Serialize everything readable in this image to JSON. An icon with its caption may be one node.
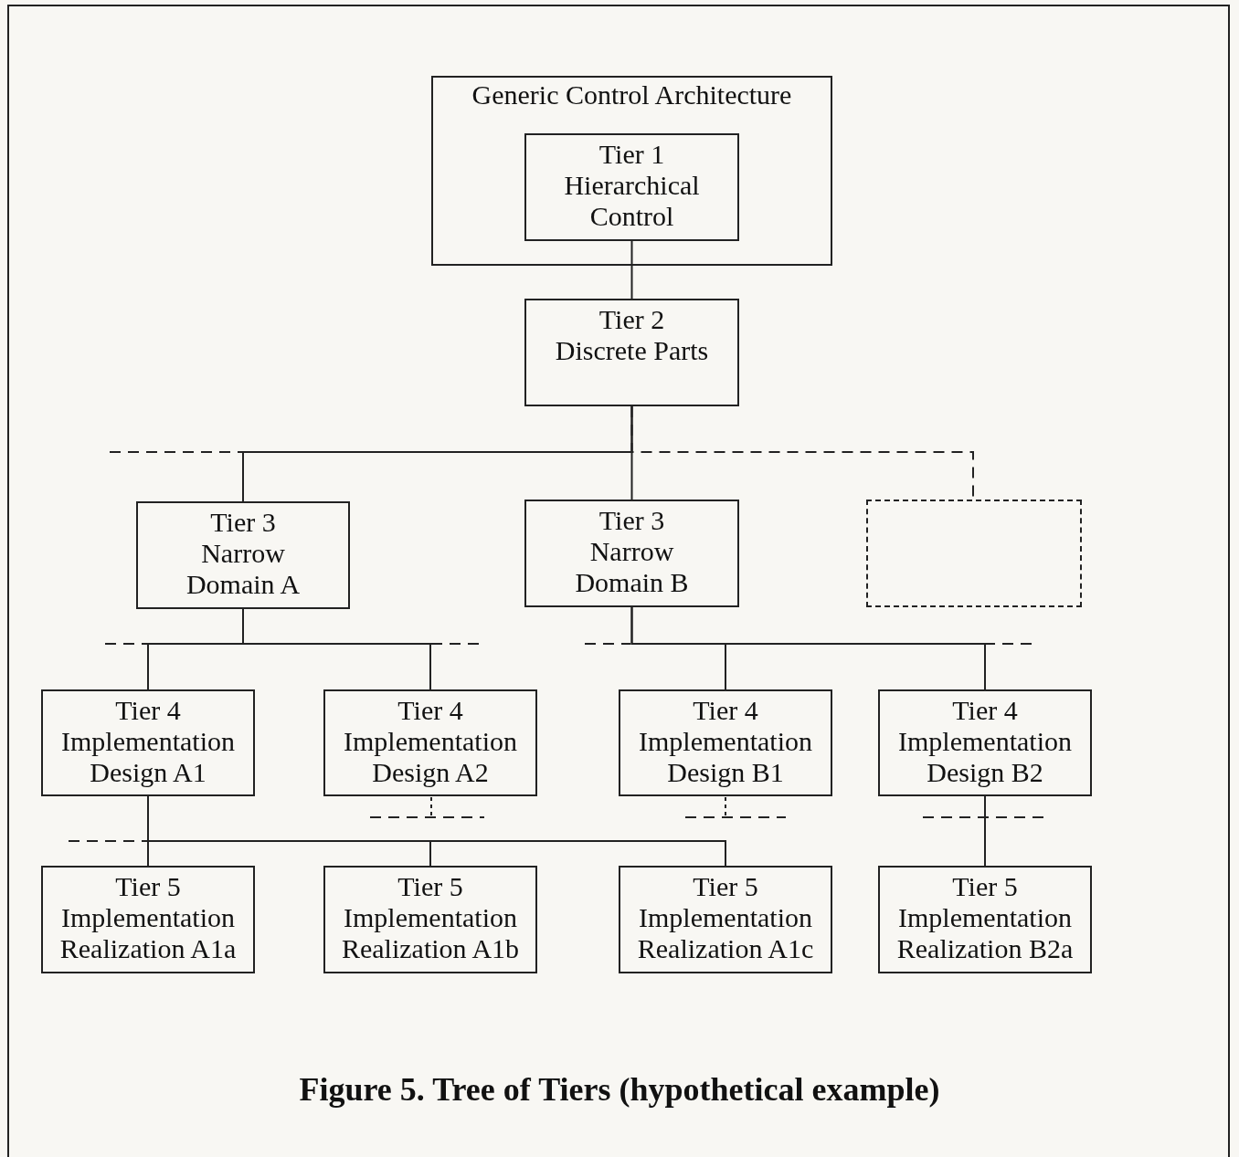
{
  "diagram": {
    "caption": "Figure 5. Tree of Tiers (hypothetical example)",
    "nodes": [
      {
        "text": [
          "Generic Control Architecture"
        ]
      },
      {
        "text": [
          "Tier 1",
          "Hierarchical Control"
        ],
        "in": 0
      },
      {
        "text": [
          "Tier 2",
          "Discrete Parts"
        ]
      },
      {
        "text": [
          "Tier 3",
          "Narrow Domain A"
        ]
      },
      {
        "text": [
          "Tier 3",
          "Narrow Domain B"
        ]
      },
      {
        "text": [],
        "shape": "box"
      },
      {
        "text": [
          "Tier 4",
          "Implementation Design A1"
        ]
      },
      {
        "text": [
          "Tier 4",
          "Implementation Design A2"
        ]
      },
      {
        "text": [
          "Tier 4",
          "Implementation Design B1"
        ]
      },
      {
        "text": [
          "Tier 4",
          "Implementation Design B2"
        ]
      },
      {
        "text": [
          "Tier 5",
          "Implementation Realization A1a"
        ]
      },
      {
        "text": [
          "Tier 5",
          "Implementation Realization A1b"
        ]
      },
      {
        "text": [
          "Tier 5",
          "Implementation Realization A1c"
        ]
      },
      {
        "text": [
          "Tier 5",
          "Implementation Realization B2a"
        ]
      }
    ],
    "edges": [
      {
        "from": 1,
        "to": 2,
        "arrow": "none"
      },
      {
        "from": 2,
        "to": 3,
        "arrow": "none"
      },
      {
        "from": 2,
        "to": 4,
        "arrow": "none"
      },
      {
        "from": 2,
        "to": 5,
        "arrow": "none",
        "style": "dashed"
      },
      {
        "from": 3,
        "to": 6,
        "arrow": "none"
      },
      {
        "from": 3,
        "to": 7,
        "arrow": "none"
      },
      {
        "from": 4,
        "to": 8,
        "arrow": "none"
      },
      {
        "from": 4,
        "to": 9,
        "arrow": "none"
      },
      {
        "from": 6,
        "to": 10,
        "arrow": "none"
      },
      {
        "from": 6,
        "to": 11,
        "arrow": "none"
      },
      {
        "from": 6,
        "to": 12,
        "arrow": "none"
      },
      {
        "from": 9,
        "to": 13,
        "arrow": "none"
      }
    ]
  }
}
